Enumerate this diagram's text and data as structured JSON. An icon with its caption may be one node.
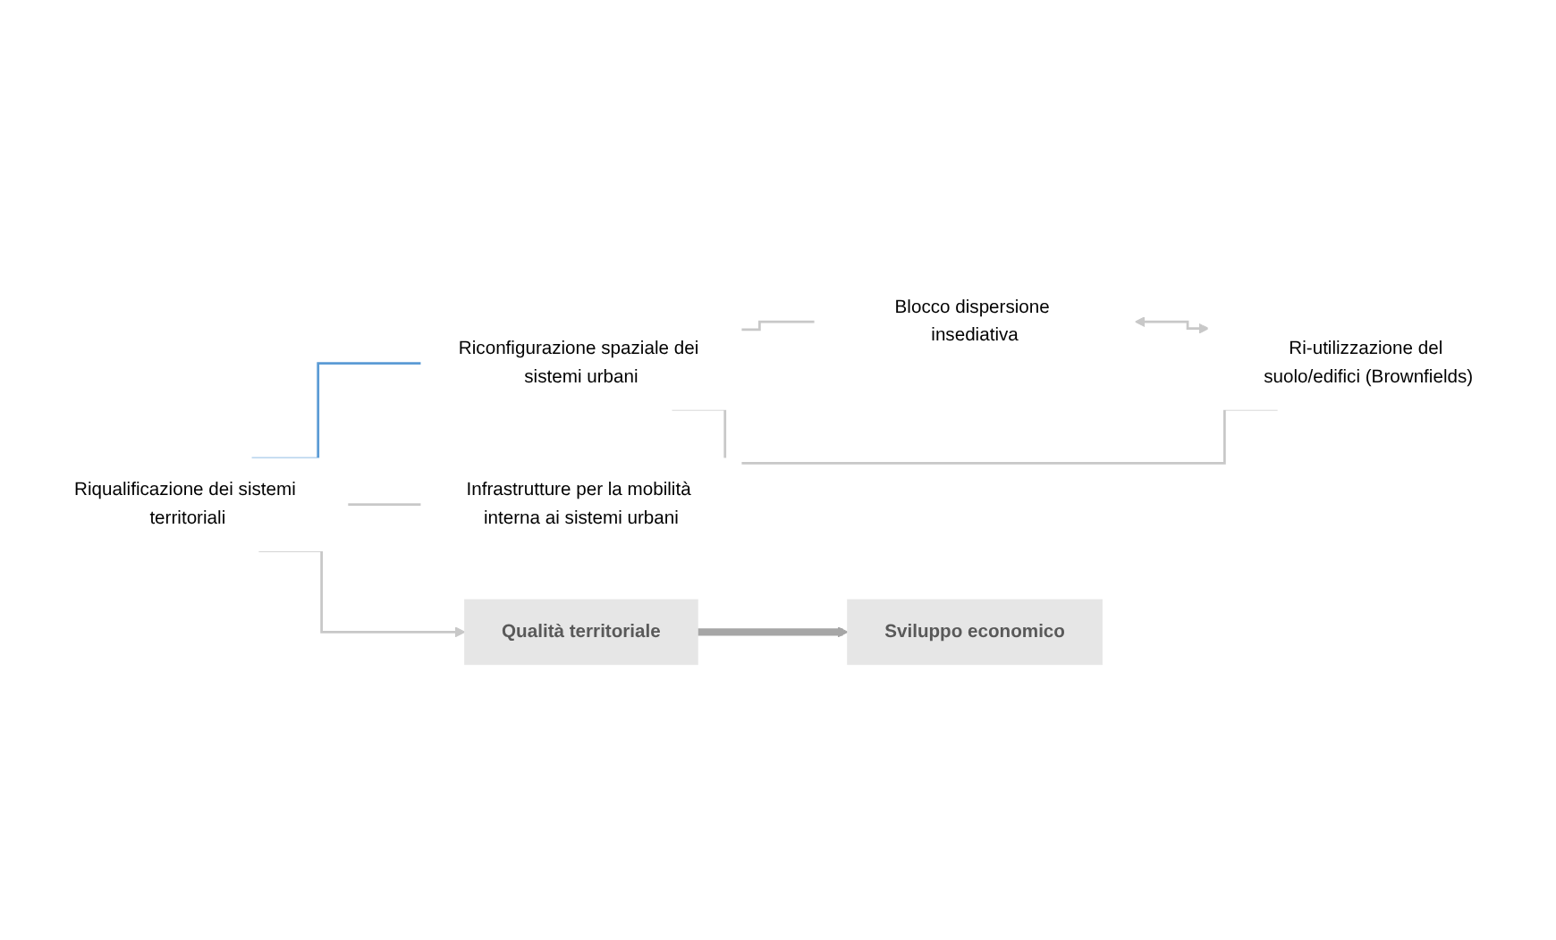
{
  "diagram": {
    "nodes": [
      {
        "text": [
          "Riqualificazione dei sistemi territoriali"
        ]
      },
      {
        "text": [
          "Riconfigurazione spaziale dei sistemi urbani"
        ]
      },
      {
        "text": [
          "Infrastrutture per la mobilità interna ai sistemi urbani"
        ]
      },
      {
        "text": [
          "Blocco dispersione insediativa"
        ]
      },
      {
        "text": [
          "Ri-utilizzazione del suolo/edifici (Brownfields)"
        ]
      },
      {
        "text": [
          "Qualità territoriale"
        ]
      },
      {
        "text": [
          "Sviluppo economico"
        ]
      }
    ],
    "edges": [
      {
        "from": 0,
        "to": 1,
        "arrow": "none",
        "color": "#5b9bd5"
      },
      {
        "from": 0,
        "to": 2,
        "arrow": "none"
      },
      {
        "from": 1,
        "to": 3,
        "arrow": "none"
      },
      {
        "from": 1,
        "to": 4,
        "arrow": "none"
      },
      {
        "from": 3,
        "to": 4,
        "arrow": "both"
      },
      {
        "from": 0,
        "to": 5,
        "arrow": "to"
      },
      {
        "from": 5,
        "to": 6,
        "arrow": "to",
        "style": "thick",
        "color": "#a6a6a6"
      }
    ]
  }
}
